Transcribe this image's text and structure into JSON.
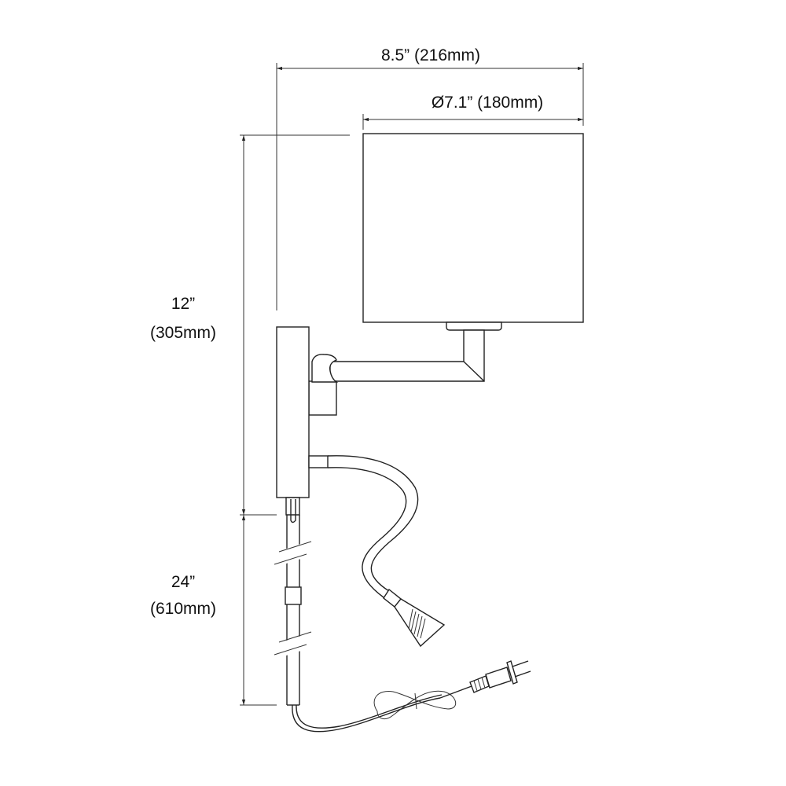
{
  "dimensions": {
    "overall_width": "8.5” (216mm)",
    "shade_diameter": "Ø7.1” (180mm)",
    "height_inch": "12”",
    "height_mm": "(305mm)",
    "cord_inch": "24”",
    "cord_mm": "(610mm)"
  }
}
